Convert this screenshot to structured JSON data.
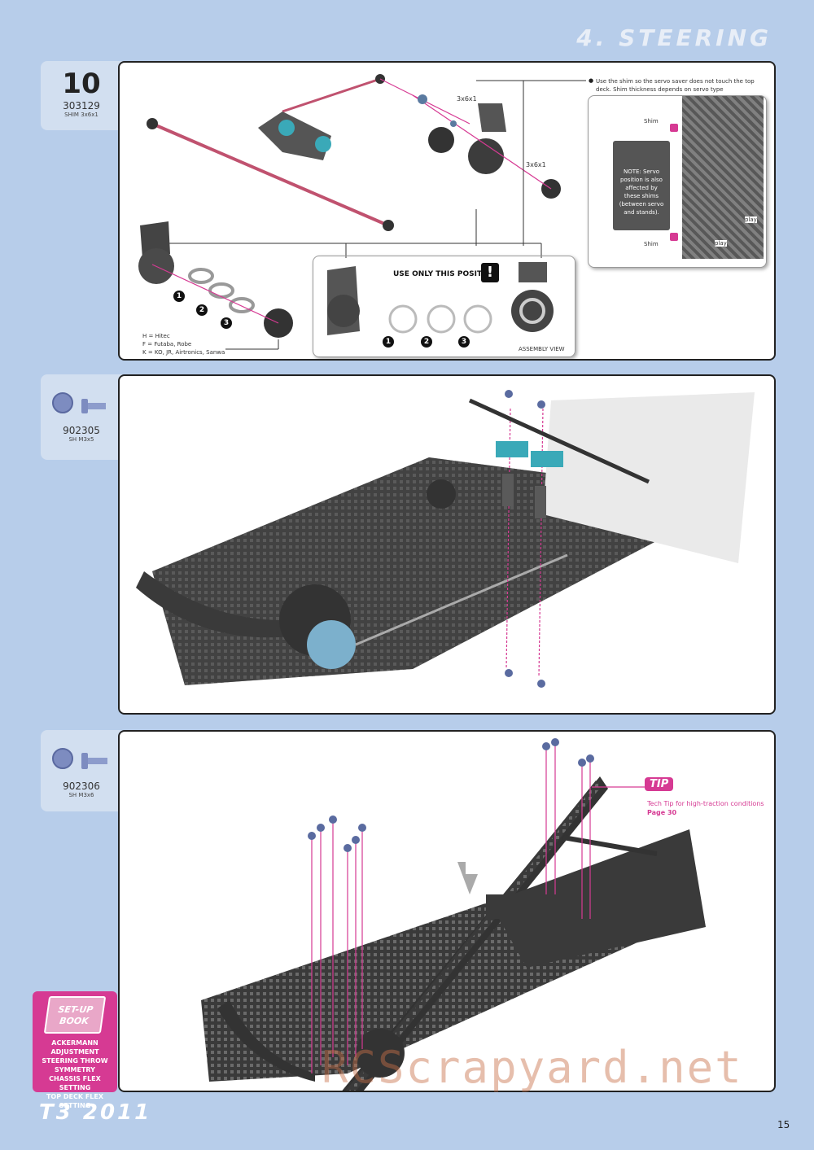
{
  "header": {
    "section_title": "4. STEERING"
  },
  "steps": [
    {
      "number": "10",
      "part_code": "303129",
      "part_desc": "SHIM 3x6x1"
    },
    {
      "part_code": "902305",
      "part_desc": "SH M3x5"
    },
    {
      "part_code": "902306",
      "part_desc": "SH M3x6"
    }
  ],
  "step1": {
    "label_shim_a": "3x6x1",
    "label_shim_b": "3x6x1",
    "note_main": "Use the shim so the servo saver does not touch the top deck. Shim thickness depends on servo type",
    "inset_shim_top": "Shim",
    "inset_shim_bottom": "Shim",
    "inset_note": "NOTE: Servo position is also affected by these shims (between servo and stands).",
    "inset_play_a": "play",
    "inset_play_b": "play",
    "use_only": "USE ONLY THIS POSITION",
    "assembly_view": "ASSEMBLY VIEW",
    "legend_h": "H = Hitec",
    "legend_f": "F = Futaba, Robe",
    "legend_k": "K = KO, JR, Airtronics, Sanwa",
    "n1": "1",
    "n2": "2",
    "n3": "3"
  },
  "step3": {
    "tip_label": "TIP",
    "tip_text": "Tech Tip for high-traction conditions",
    "tip_page": "Page 30"
  },
  "setup_book": {
    "title_a": "SET-UP",
    "title_b": "BOOK",
    "items": [
      "ACKERMANN ADJUSTMENT",
      "STEERING THROW SYMMETRY",
      "CHASSIS FLEX SETTING",
      "TOP DECK FLEX SETTING"
    ]
  },
  "footer": {
    "model": "T3 2011",
    "page": "15"
  },
  "watermark": "RCScrapyard.net",
  "colors": {
    "accent": "#d63a93",
    "background": "#b7cdea",
    "panel_border": "#222222"
  }
}
